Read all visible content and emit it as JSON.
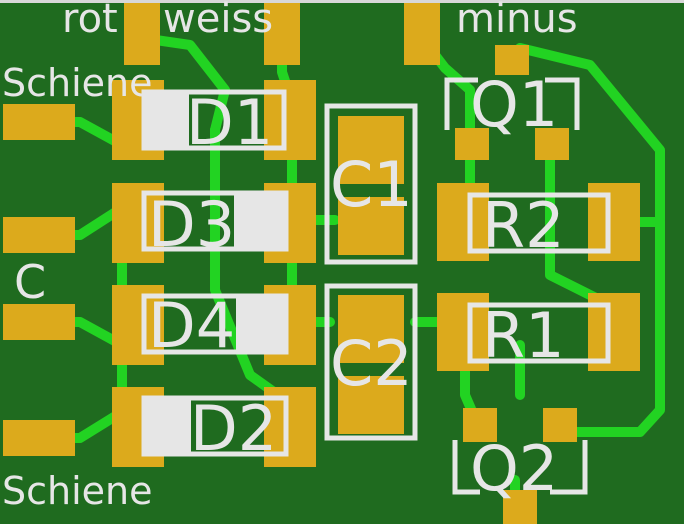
{
  "colors": {
    "board": "#1f6b1f",
    "trace": "#22d322",
    "pad": "#dcaa1c",
    "silkscreen": "#e6e6e6"
  },
  "wire_labels": {
    "rot": "rot",
    "weiss": "weiss",
    "minus": "minus",
    "schiene_top": "Schiene",
    "c": "C",
    "schiene_bottom": "Schiene"
  },
  "components": {
    "d1": "D1",
    "d3": "D3",
    "d4": "D4",
    "d2": "D2",
    "c1": "C1",
    "c2": "C2",
    "r2": "R2",
    "r1": "R1",
    "q1": "Q1",
    "q2": "Q2"
  }
}
